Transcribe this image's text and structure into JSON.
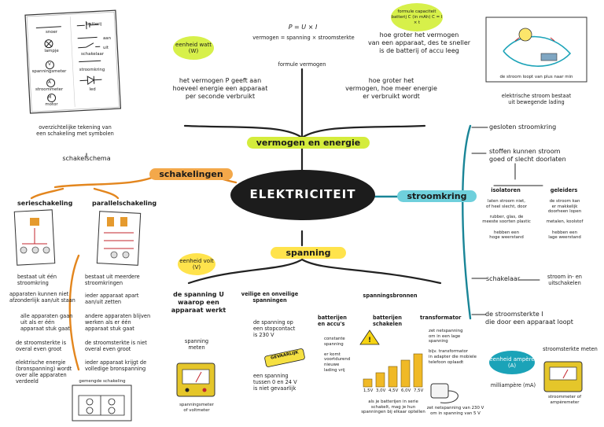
{
  "center": {
    "title": "ELEKTRICITEIT"
  },
  "branches": {
    "vermogen": "vermogen en energie",
    "schakelingen": "schakelingen",
    "spanning": "spanning",
    "stroomkring": "stroomkring"
  },
  "symbols": {
    "items": [
      "snoer",
      "batterij",
      "lampje",
      "aan",
      "uit",
      "schakelaar",
      "spanningsmeter",
      "stroomkring",
      "stroommeter",
      "led",
      "motor"
    ],
    "letters": {
      "v": "V",
      "a": "A",
      "m": "M"
    }
  },
  "schakelschema": {
    "description": "overzichtelijke tekening van\neen schakeling met symbolen",
    "label": "schakelschema"
  },
  "serie": {
    "title": "serieschakeling",
    "facts": [
      "bestaat uit één\nstroomkring",
      "apparaten kunnen niet\nafzonderlijk aan/uit staan",
      "alle apparaten gaan\nuit als er één\napparaat stuk gaat",
      "de stroomsterkte is\noveral even groot",
      "elektrische energie\n(bronspanning) wordt\nover alle apparaten\nverdeeld"
    ]
  },
  "parallel": {
    "title": "parallelschakeling",
    "facts": [
      "bestaat uit meerdere\nstroomkringen",
      "ieder apparaat apart\naan/uit zetten",
      "andere apparaten blijven\nwerken als er één\napparaat stuk gaat",
      "de stroomsterkte is niet\noveral even groot",
      "ieder apparaat krijgt de\nvolledige bronspanning"
    ],
    "mixed": "gemengde schakeling"
  },
  "vermogen": {
    "formula": "P = U × I",
    "formula_words": "vermogen = spanning × stroomsterkte",
    "formula_label": "formule vermogen",
    "unit_bubble": "eenheid\nwatt (W)",
    "definition": "het vermogen P geeft aan\nhoeveel energie een apparaat\nper seconde verbruikt",
    "more_power": "hoe groter het\nvermogen, hoe meer energie\ner verbruikt wordt",
    "capacity_bubble": "formule capaciteit\nbatterij C (in mAh)\nC = I × t",
    "capacity_text": "hoe groter het vermogen\nvan een apparaat, des te sneller\nis de batterij of accu leeg"
  },
  "spanning": {
    "unit_bubble": "eenheid\nvolt (V)",
    "definition": "de spanning U\nwaarop een\napparaat werkt",
    "measure": "spanning\nmeten",
    "meter_caption": "spanningsmeter\nof voltmeter",
    "safe_title": "veilige en onveilige\nspanningen",
    "socket": "de spanning op\neen stopcontact\nis 230 V",
    "danger": "GEVAARLIJK",
    "safe_range": "een spanning\ntussen 0 en 24 V\nis niet gevaarlijk",
    "sources_title": "spanningsbronnen",
    "batteries_title": "batterijen\nen accu's",
    "batteries_text": "constante\nspanning\n\ner komt\nvoortdurend\nnieuwe\nlading vrij",
    "series_title": "batterijen\nschakelen",
    "series_caption": "als je batterijen in serie\nschakelt, mag je hun\nspanningen bij elkaar optellen",
    "battery_labels": [
      "1,5V",
      "3,0V",
      "4,5V",
      "6,0V",
      "7,5V"
    ],
    "transformer_title": "transformator",
    "transformer_text": "zet netspanning\nom in een lage\nspanning\n\nbijv. transformator\nin adapter die mobiele\ntelefoon oplaadt",
    "transformer_caption": "zet netspanning van 230 V\nom in spanning van 5 V"
  },
  "stroomkring": {
    "caption": "de stroom loopt van plus naar min",
    "charge": "elektrische stroom bestaat\nuit bewegende lading",
    "closed": "gesloten stroomkring",
    "conduct": "stoffen kunnen stroom\ngoed of slecht doorlaten",
    "insulators_title": "isolatoren",
    "insulators": "laten stroom niet,\nof heel slecht, door\n\nrubber, glas, de\nmeeste soorten plastic\n\nhebben een\nhoge weerstand",
    "conductors_title": "geleiders",
    "conductors": "de stroom kan\ner makkelijk\ndoorheen lopen\n\nmetalen, koolstof\n\nhebben een\nlage weerstand",
    "switch": "schakelaar",
    "switch_text": "stroom in- en\nuitschakelen",
    "current": "de stroomsterkte I\ndie door een apparaat loopt",
    "unit_bubble": "eenheid\nampère (A)",
    "milli": "milliampère (mA)",
    "measure": "stroomsterkte meten",
    "meter_caption": "stroommeter of\nampèremeter"
  },
  "colors": {
    "center": "#1c1c1c",
    "vermogen_hl": "#d4ec3c",
    "schakelingen_hl": "#f3a84a",
    "spanning_hl": "#ffe34c",
    "stroomkring_hl": "#6fd0dc",
    "bubble_green": "#d7f04a",
    "bubble_teal": "#1ba3b8",
    "line_dark": "#222222",
    "line_orange": "#e3861e",
    "line_teal": "#198597"
  }
}
